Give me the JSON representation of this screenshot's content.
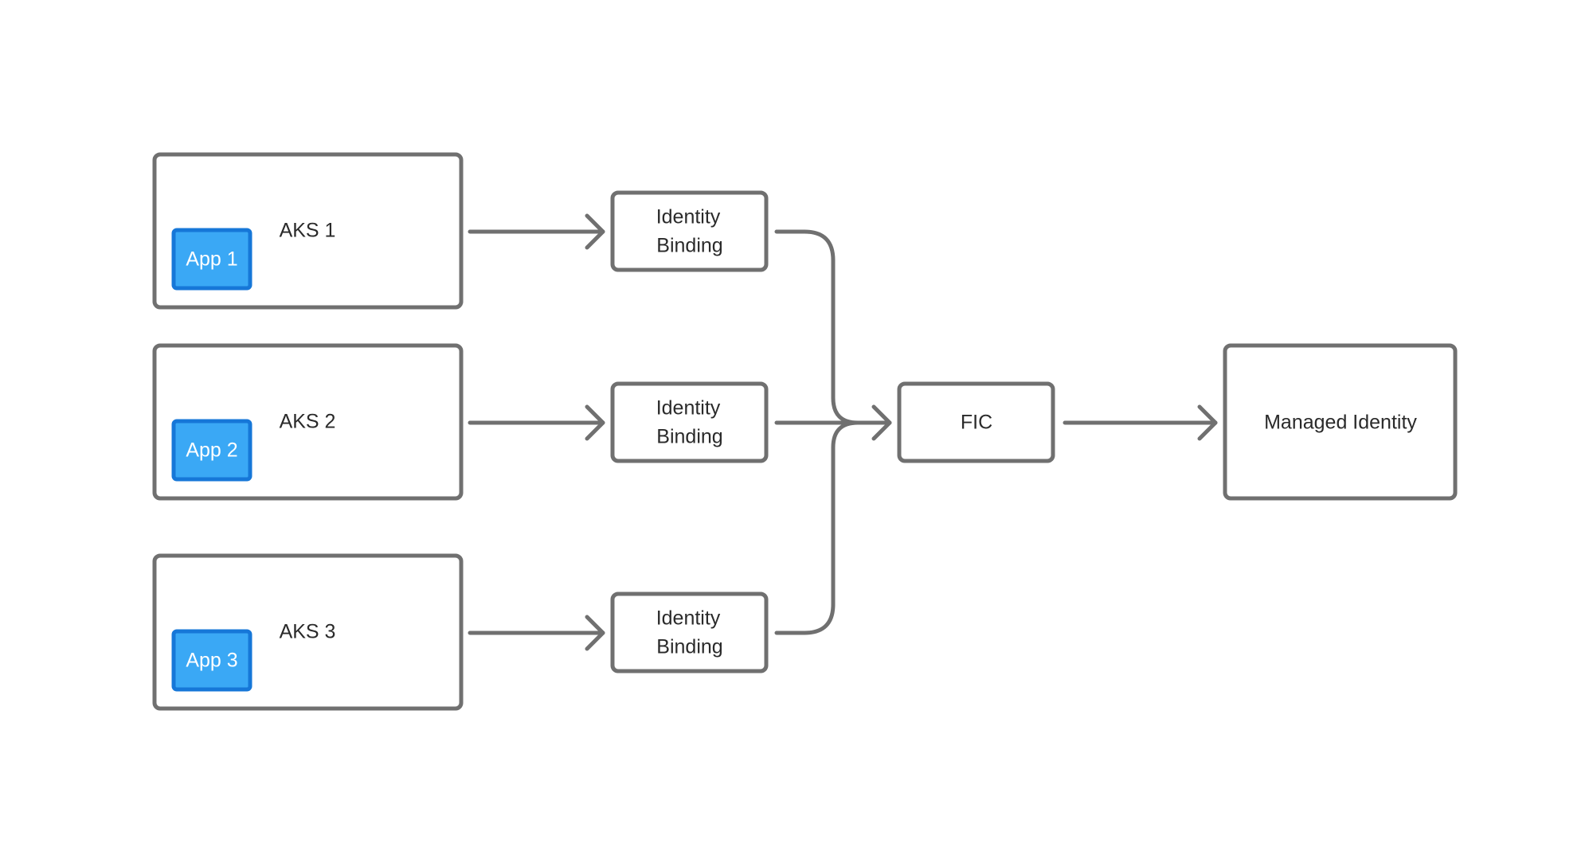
{
  "diagram": {
    "clusters": [
      {
        "label": "AKS 1",
        "app": "App 1"
      },
      {
        "label": "AKS 2",
        "app": "App 2"
      },
      {
        "label": "AKS 3",
        "app": "App 3"
      }
    ],
    "bindings": [
      {
        "line1": "Identity",
        "line2": "Binding"
      },
      {
        "line1": "Identity",
        "line2": "Binding"
      },
      {
        "line1": "Identity",
        "line2": "Binding"
      }
    ],
    "fic": {
      "label": "FIC"
    },
    "managed_identity": {
      "label": "Managed Identity"
    },
    "colors": {
      "stroke": "#707070",
      "app_fill": "#3aa8f5",
      "app_stroke": "#1677d8",
      "text": "#2a2a2a",
      "background": "#ffffff"
    }
  }
}
